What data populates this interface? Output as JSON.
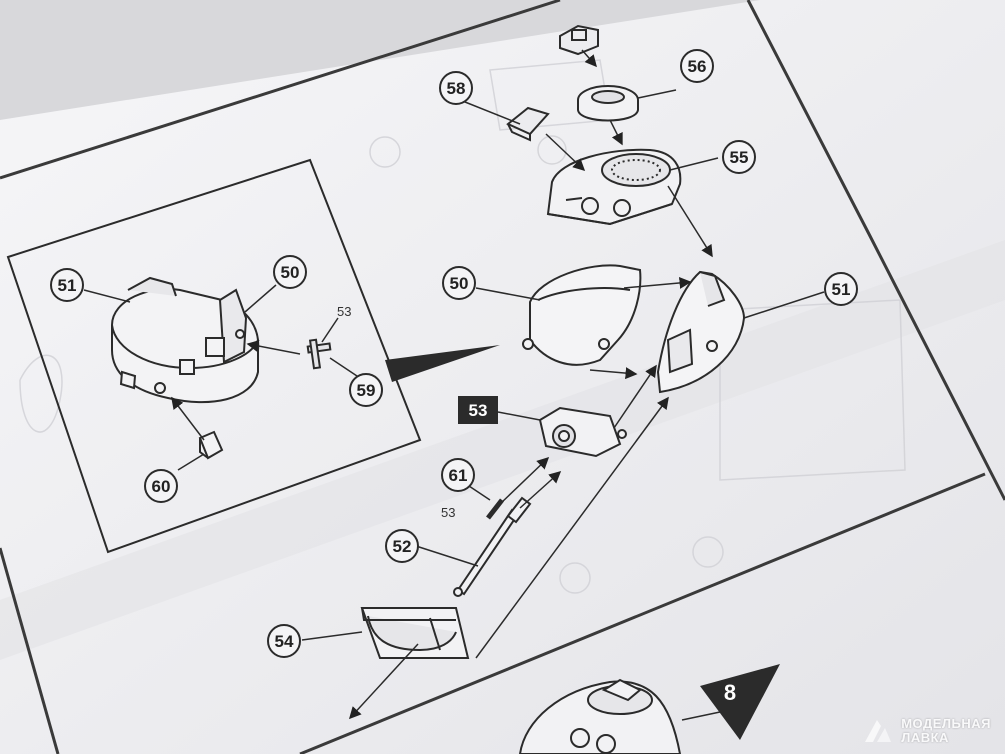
{
  "parts": {
    "p51_inset": "51",
    "p50_inset": "50",
    "p53_inset": "53",
    "p59": "59",
    "p60": "60",
    "p58": "58",
    "p56": "56",
    "p55": "55",
    "p50": "50",
    "p51": "51",
    "p53_box": "53",
    "p61": "61",
    "p53_small": "53",
    "p52": "52",
    "p54": "54"
  },
  "step_number": "8",
  "watermark": {
    "line1": "МОДЕЛЬНАЯ",
    "line2": "ЛАВКА"
  },
  "colors": {
    "paper": "#f1f1f3",
    "ink": "#2b2b2b",
    "shadow": "#d4d4d8"
  }
}
